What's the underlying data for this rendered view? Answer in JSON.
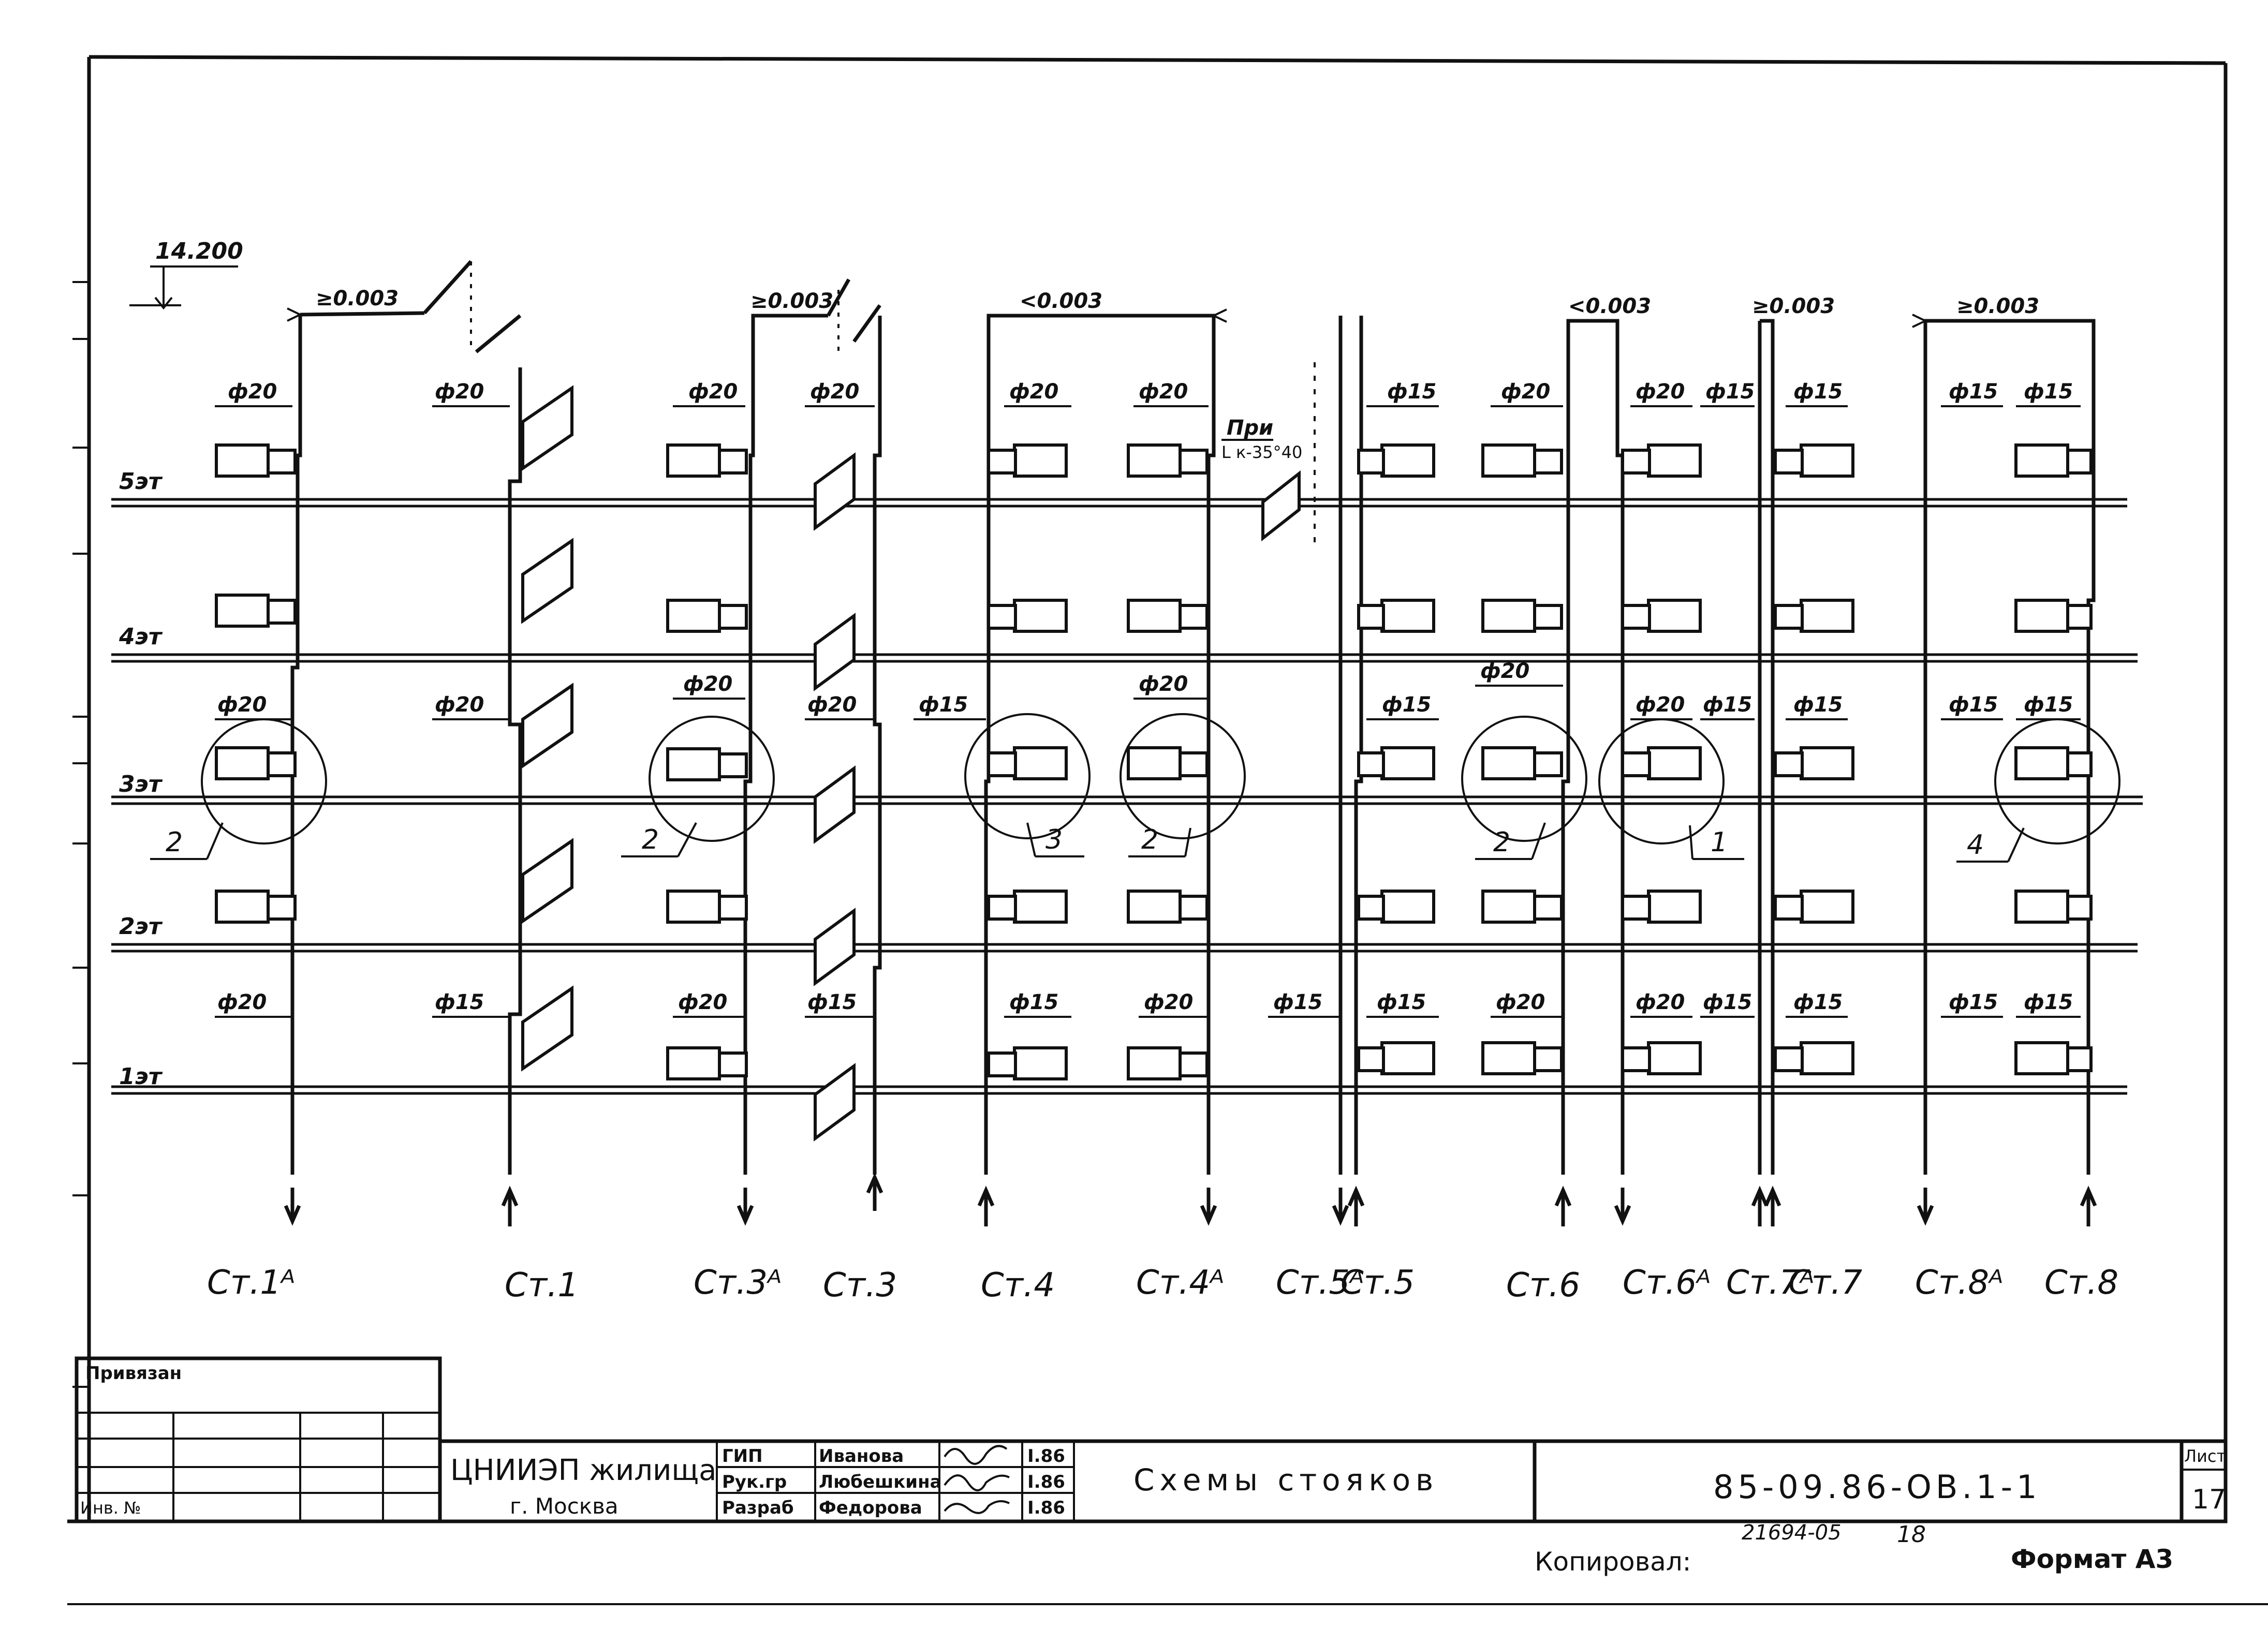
{
  "elevation": "14.200",
  "floors": [
    "5эт",
    "4эт",
    "3эт",
    "2эт",
    "1эт"
  ],
  "slopes": [
    "≥0.003",
    "≥0.003",
    "<0.003",
    "<0.003",
    "≥0.003",
    "≥0.003"
  ],
  "note": [
    "При",
    "L к-35°40"
  ],
  "risers": [
    "Ст.1ᴬ",
    "Ст.1",
    "Ст.3ᴬ",
    "Ст.3",
    "Ст.4",
    "Ст.4ᴬ",
    "Ст.5ᴬ",
    "Ст.5",
    "Ст.6",
    "Ст.6ᴬ",
    "Ст.7ᴬ",
    "Ст.7",
    "Ст.8ᴬ",
    "Ст.8"
  ],
  "callouts": [
    "2",
    "2",
    "3",
    "2",
    "2",
    "1",
    "4"
  ],
  "diam": {
    "r1a": [
      "ф20",
      "ф20",
      "ф20"
    ],
    "r1": [
      "ф20",
      "ф20",
      "ф15"
    ],
    "r3a": [
      "ф20",
      "ф20",
      "ф20"
    ],
    "r3": [
      "ф20",
      "ф20",
      "ф15"
    ],
    "r4": [
      "ф20",
      "ф15",
      "ф15"
    ],
    "r4a": [
      "ф20",
      "ф20",
      "ф20"
    ],
    "r5": [
      "ф15",
      "ф15",
      "ф15",
      "ф15"
    ],
    "r6": [
      "ф20",
      "ф20",
      "ф20"
    ],
    "r6a": [
      "ф20",
      "ф15",
      "ф20",
      "ф15",
      "ф20",
      "ф15"
    ],
    "r7": [
      "ф15",
      "ф15",
      "ф15"
    ],
    "r8a": [
      "ф15",
      "ф15",
      "ф15"
    ],
    "r8": [
      "ф15",
      "ф15",
      "ф15"
    ]
  },
  "title_block": {
    "bound_label": "Привязан",
    "inv_label": "Инв. №",
    "org_name": "ЦНИИЭП жилища",
    "org_city": "г. Москва",
    "roles": [
      "ГИП",
      "Рук.гр",
      "Разраб"
    ],
    "names": [
      "Иванова",
      "Любешкина",
      "Федорова"
    ],
    "dates": [
      "I.86",
      "I.86",
      "I.86"
    ],
    "drawing_title": "Схемы стояков",
    "drawing_code": "85-09.86-ОВ.1-1",
    "sheet_label": "Лист",
    "sheet_number": "17",
    "copied_label": "Копировал:",
    "copy_code": "21694-05",
    "copy_number": "18",
    "format_label": "Формат А3"
  }
}
